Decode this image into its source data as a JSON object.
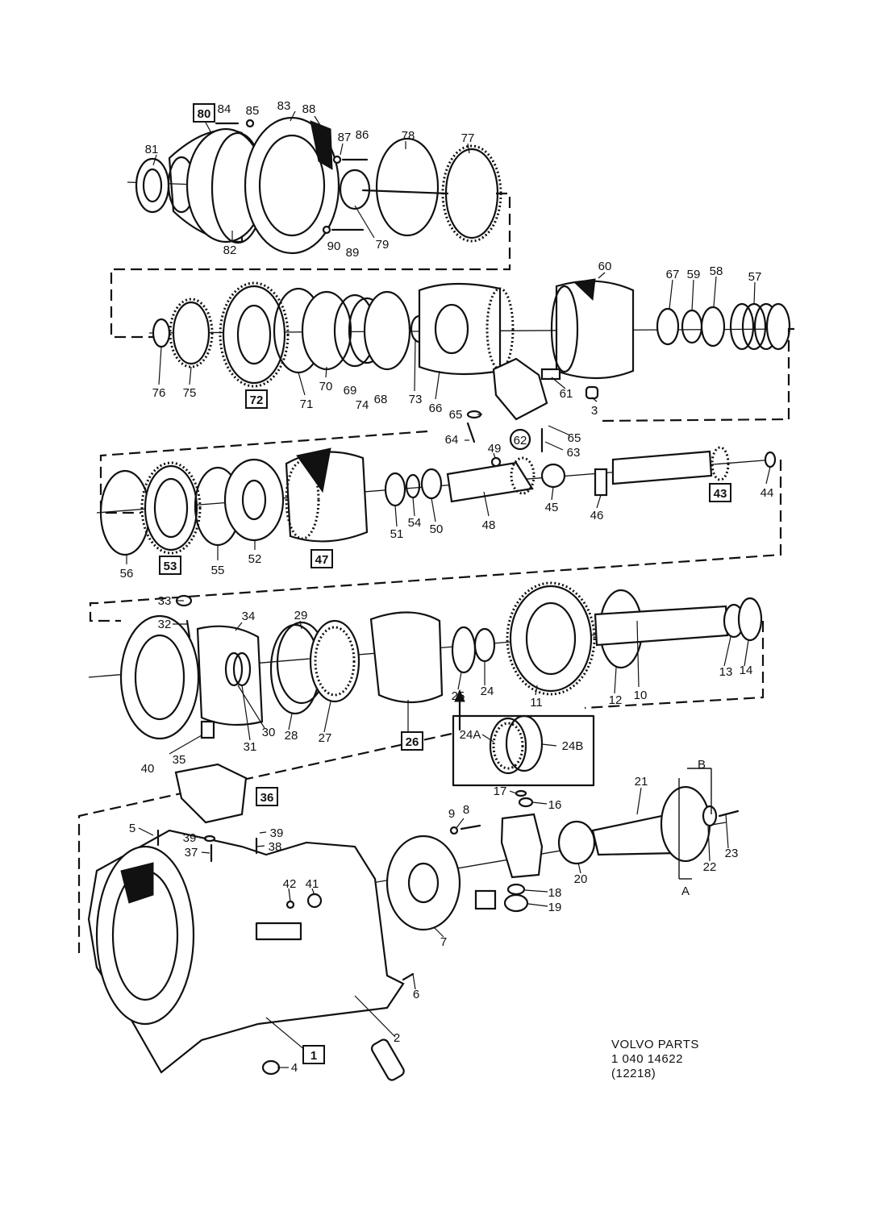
{
  "labels": {
    "l1": "1",
    "l2": "2",
    "l3": "3",
    "l4": "4",
    "l5": "5",
    "l6": "6",
    "l7": "7",
    "l8": "8",
    "l9": "9",
    "l10": "10",
    "l11": "11",
    "l12": "12",
    "l13": "13",
    "l14": "14",
    "l16": "16",
    "l17": "17",
    "l18": "18",
    "l19": "19",
    "l20": "20",
    "l21": "21",
    "l22": "22",
    "l23": "23",
    "l24": "24",
    "l24A": "24A",
    "l24B": "24B",
    "l25": "25",
    "l26": "26",
    "l27": "27",
    "l28": "28",
    "l29": "29",
    "l30": "30",
    "l31": "31",
    "l32": "32",
    "l33": "33",
    "l34": "34",
    "l35": "35",
    "l36": "36",
    "l37": "37",
    "l38": "38",
    "l39": "39",
    "l40": "40",
    "l41": "41",
    "l42": "42",
    "l43": "43",
    "l44": "44",
    "l45": "45",
    "l46": "46",
    "l47": "47",
    "l48": "48",
    "l49": "49",
    "l50": "50",
    "l51": "51",
    "l52": "52",
    "l53": "53",
    "l54": "54",
    "l55": "55",
    "l56": "56",
    "l57": "57",
    "l58": "58",
    "l59": "59",
    "l60": "60",
    "l61": "61",
    "l62": "62",
    "l63": "63",
    "l64": "64",
    "l65": "65",
    "l66": "66",
    "l67": "67",
    "l68": "68",
    "l69": "69",
    "l70": "70",
    "l71": "71",
    "l72": "72",
    "l73": "73",
    "l74": "74",
    "l75": "75",
    "l76": "76",
    "l77": "77",
    "l78": "78",
    "l79": "79",
    "l80": "80",
    "l81": "81",
    "l82": "82",
    "l83": "83",
    "l84": "84",
    "l85": "85",
    "l86": "86",
    "l87": "87",
    "l88": "88",
    "l89": "89",
    "l90": "90",
    "dimA": "A",
    "dimB": "B"
  },
  "source": {
    "line1": "VOLVO PARTS",
    "line2": "1 040 14622",
    "line3": "(12218)"
  }
}
